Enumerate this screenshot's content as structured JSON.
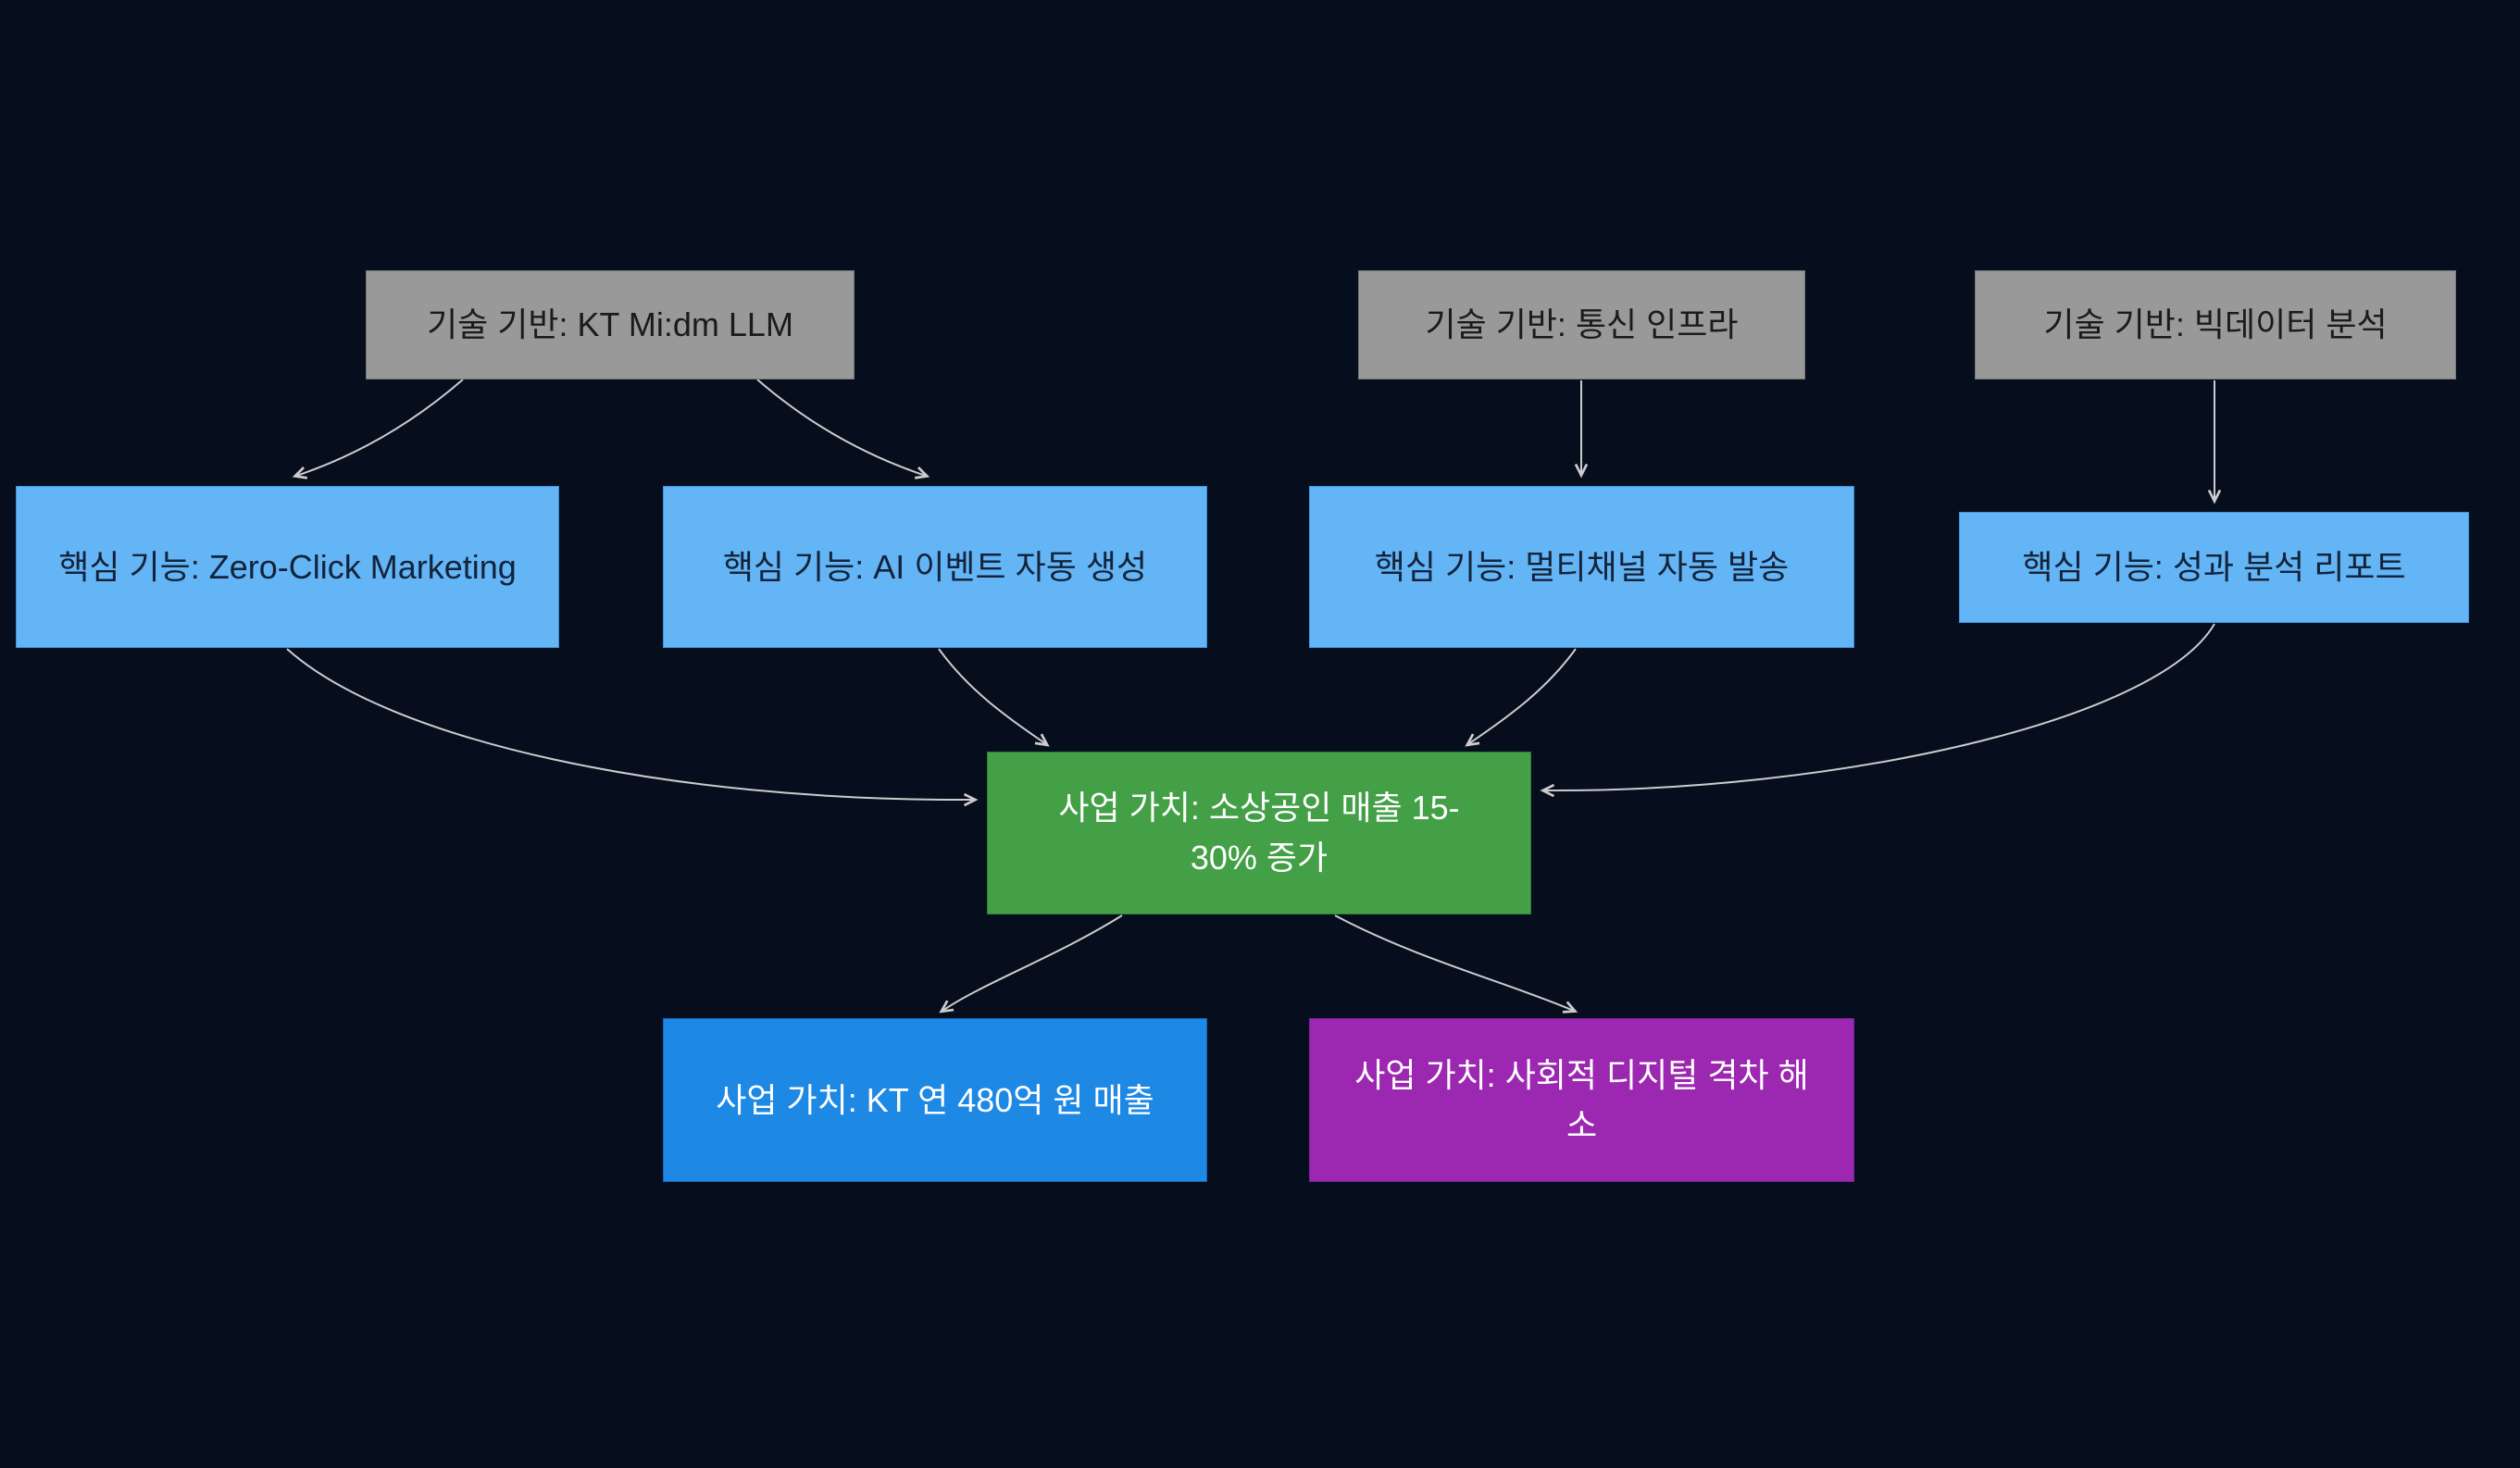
{
  "diagram": {
    "background_color": "#060d1c",
    "edge_color": "#cccccc",
    "colors": {
      "technology_fill": "#999999",
      "feature_fill": "#64b5f6",
      "value_green_fill": "#43a047",
      "value_blue_fill": "#1e88e5",
      "value_purple_fill": "#9c27b0"
    },
    "nodes": [
      {
        "id": "tech-llm",
        "label": "기술 기반: KT Mi:dm LLM",
        "group": "technology"
      },
      {
        "id": "tech-telecom",
        "label": "기술 기반: 통신 인프라",
        "group": "technology"
      },
      {
        "id": "tech-bigdata",
        "label": "기술 기반: 빅데이터 분석",
        "group": "technology"
      },
      {
        "id": "feature-zero-click",
        "label": "핵심 기능: Zero-Click Marketing",
        "group": "feature"
      },
      {
        "id": "feature-ai-event",
        "label": "핵심 기능: AI 이벤트 자동 생성",
        "group": "feature"
      },
      {
        "id": "feature-multichannel",
        "label": "핵심 기능: 멀티채널 자동 발송",
        "group": "feature"
      },
      {
        "id": "feature-analytics",
        "label": "핵심 기능: 성과 분석 리포트",
        "group": "feature"
      },
      {
        "id": "value-merchant-sales",
        "label": "사업 가치: 소상공인 매출 15-30% 증가",
        "group": "value"
      },
      {
        "id": "value-kt-revenue",
        "label": "사업 가치: KT 연 480억 원 매출",
        "group": "value"
      },
      {
        "id": "value-digital-gap",
        "label": "사업 가치: 사회적 디지털 격차 해소",
        "group": "value"
      }
    ],
    "edges": [
      {
        "from": "tech-llm",
        "to": "feature-zero-click"
      },
      {
        "from": "tech-llm",
        "to": "feature-ai-event"
      },
      {
        "from": "tech-telecom",
        "to": "feature-multichannel"
      },
      {
        "from": "tech-bigdata",
        "to": "feature-analytics"
      },
      {
        "from": "feature-zero-click",
        "to": "value-merchant-sales"
      },
      {
        "from": "feature-ai-event",
        "to": "value-merchant-sales"
      },
      {
        "from": "feature-multichannel",
        "to": "value-merchant-sales"
      },
      {
        "from": "feature-analytics",
        "to": "value-merchant-sales"
      },
      {
        "from": "value-merchant-sales",
        "to": "value-kt-revenue"
      },
      {
        "from": "value-merchant-sales",
        "to": "value-digital-gap"
      }
    ]
  }
}
